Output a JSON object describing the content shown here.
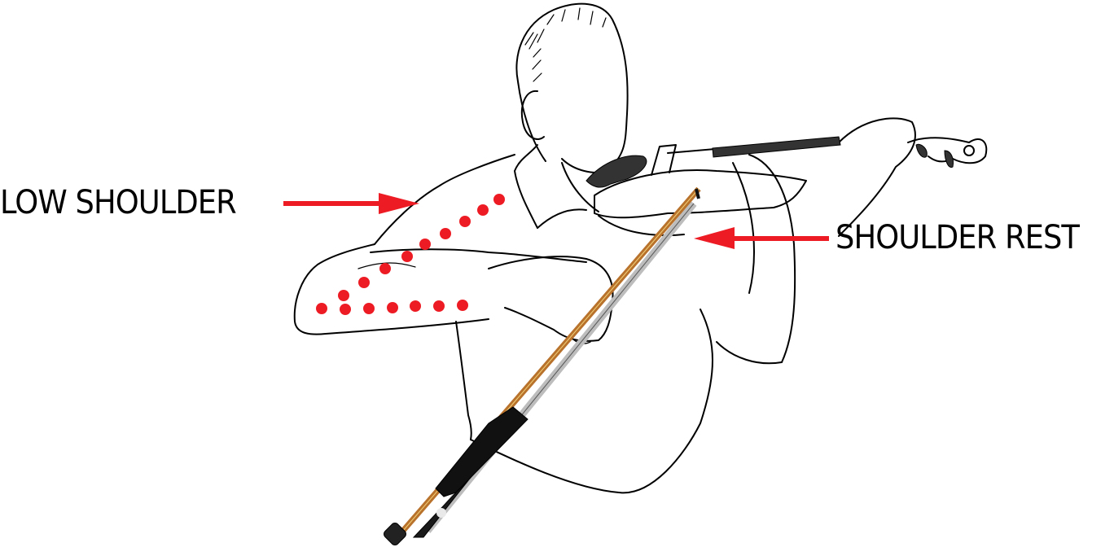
{
  "diagram": {
    "subject": "Violinist playing with bow",
    "labels": [
      {
        "id": "low-shoulder",
        "text": "LOW SHOULDER",
        "arrow_direction": "right"
      },
      {
        "id": "shoulder-rest",
        "text": "SHOULDER REST",
        "arrow_direction": "left"
      }
    ],
    "colors": {
      "arrow": "#ED1C24",
      "dots": "#ED1C24",
      "outline": "#000000",
      "bow_stick": "#B8722C",
      "bow_hair": "#BDBDBD",
      "chinrest": "#333333",
      "background": "#FFFFFF"
    },
    "dotted_path": {
      "description": "Red dotted line tracing shoulder and upper arm",
      "dot_count": 16
    }
  }
}
